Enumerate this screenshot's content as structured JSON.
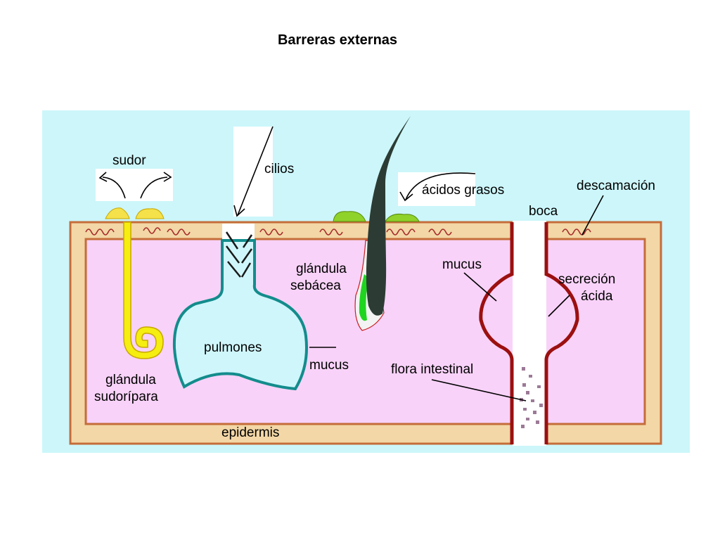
{
  "title": "Barreras externas",
  "labels": {
    "sudor": "sudor",
    "cilios": "cilios",
    "acidos_grasos": "ácidos grasos",
    "descamacion": "descamación",
    "boca": "boca",
    "glandula_sebacea_1": "glándula",
    "glandula_sebacea_2": "sebácea",
    "mucus_gut": "mucus",
    "secrecion_1": "secreción",
    "secrecion_2": "ácida",
    "pulmones": "pulmones",
    "mucus_lung": "mucus",
    "flora_intestinal": "flora intestinal",
    "glandula_sudoripara_1": "glándula",
    "glandula_sudoripara_2": "sudorípara",
    "epidermis": "epidermis"
  },
  "colors": {
    "background_panel": "#ccf6fa",
    "tissue": "#f8d2f8",
    "skin_band": "#f3d7a6",
    "skin_border": "#c46d3a",
    "wavy_line": "#a52a2a",
    "sweat_gland": "#f5ee10",
    "sweat_gland_outline": "#c8a800",
    "sweat_drop": "#f5e14a",
    "lung_outline": "#138c8c",
    "lung_fill": "#cff6fb",
    "hair": "#2c3c34",
    "sebum": "#8fd22a",
    "sebaceous_green": "#1fd51f",
    "gut_wall": "#9b1010",
    "flora": "#9c7a96"
  }
}
